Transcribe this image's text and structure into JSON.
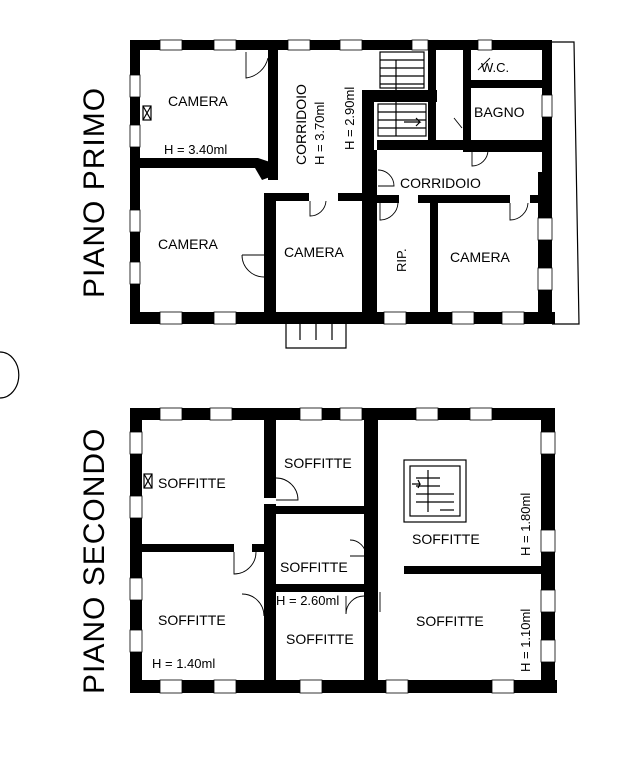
{
  "floors": {
    "first": {
      "title": "PIANO PRIMO",
      "rooms": {
        "camera_nw": "CAMERA",
        "camera_nw_height": "H = 3.40ml",
        "corridoio_vert": "CORRIDOIO",
        "corridoio_vert_h1": "H = 3.70ml",
        "corridoio_vert_h2": "H = 2.90ml",
        "wc": "W.C.",
        "bagno": "BAGNO",
        "corridoio_horiz": "CORRIDOIO",
        "camera_sw": "CAMERA",
        "camera_center": "CAMERA",
        "rip": "RIP.",
        "camera_se": "CAMERA"
      }
    },
    "second": {
      "title": "PIANO SECONDO",
      "rooms": {
        "soffitte_nw": "SOFFITTE",
        "soffitte_top_center": "SOFFITTE",
        "soffitte_mid_center": "SOFFITTE",
        "soffitte_mid_center_height": "H = 2.60ml",
        "soffitte_bottom_center": "SOFFITTE",
        "soffitte_sw": "SOFFITTE",
        "soffitte_sw_height": "H = 1.40ml",
        "soffitte_ne": "SOFFITTE",
        "soffitte_ne_height": "H = 1.80ml",
        "soffitte_se": "SOFFITTE",
        "soffitte_se_height": "H = 1.10ml"
      }
    }
  },
  "colors": {
    "wall": "#000000",
    "paper": "#ffffff"
  }
}
